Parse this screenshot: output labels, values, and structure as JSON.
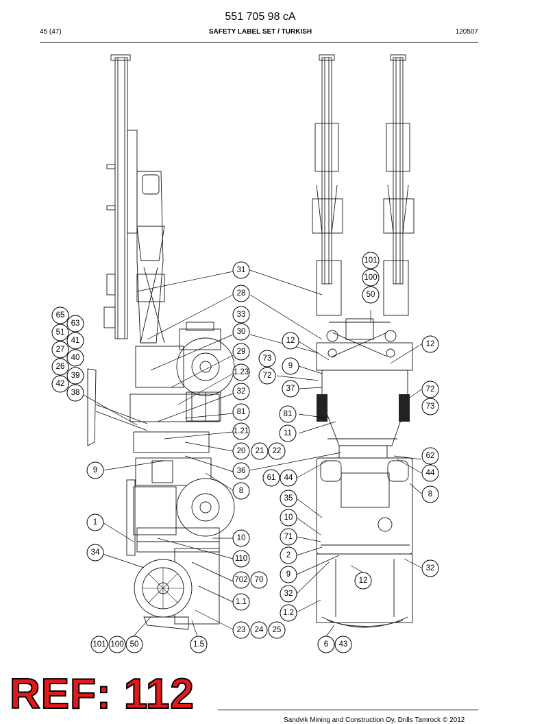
{
  "header": {
    "doc_number": "551 705 98 cA",
    "page": "45 (47)",
    "title": "SAFETY LABEL SET / TURKISH",
    "date": "120507"
  },
  "stamp": {
    "text": "REF: 112",
    "color": "#e41a1a"
  },
  "footer": {
    "text": "Sandvik Mining and Construction Oy, Drills Tamrock © 2012"
  },
  "callouts": [
    "31",
    "28",
    "33",
    "30",
    "29",
    "1.23",
    "32",
    "81",
    "1.21",
    "20",
    "21",
    "22",
    "36",
    "8",
    "9",
    "10",
    "110",
    "702",
    "70",
    "1.1",
    "23",
    "24",
    "25",
    "1.5",
    "101",
    "100",
    "50",
    "1",
    "34",
    "65",
    "63",
    "51",
    "41",
    "27",
    "40",
    "26",
    "39",
    "42",
    "38",
    "101",
    "100",
    "50",
    "12",
    "12",
    "73",
    "9",
    "72",
    "37",
    "72",
    "73",
    "81",
    "11",
    "62",
    "44",
    "61",
    "44",
    "8",
    "35",
    "10",
    "71",
    "2",
    "9",
    "12",
    "32",
    "32",
    "1.2",
    "6",
    "43"
  ]
}
